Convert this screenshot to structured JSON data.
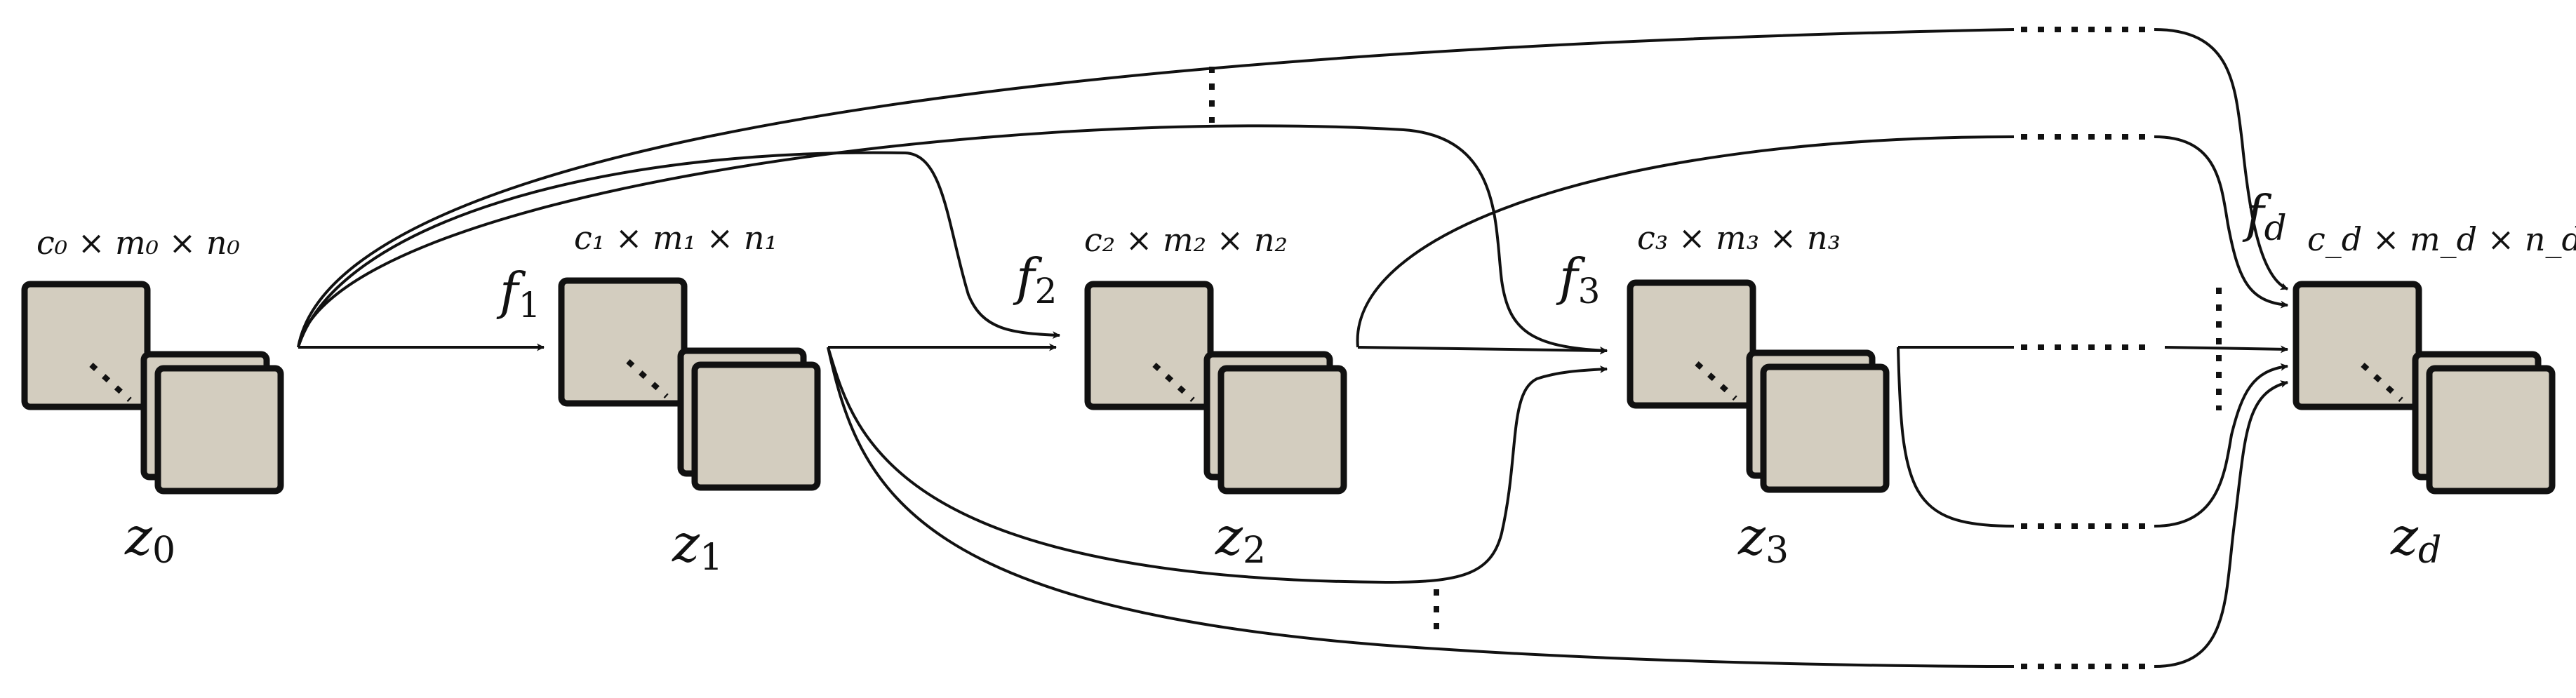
{
  "nodes": [
    {
      "id": "z0",
      "symbol": "z",
      "sub": "0",
      "shape": "c₀ × m₀ × n₀"
    },
    {
      "id": "z1",
      "symbol": "z",
      "sub": "1",
      "shape": "c₁ × m₁ × n₁"
    },
    {
      "id": "z2",
      "symbol": "z",
      "sub": "2",
      "shape": "c₂ × m₂ × n₂"
    },
    {
      "id": "z3",
      "symbol": "z",
      "sub": "3",
      "shape": "c₃ × m₃ × n₃"
    },
    {
      "id": "zd",
      "symbol": "z",
      "sub": "d",
      "shape": "c_d × m_d × n_d"
    }
  ],
  "functions": [
    {
      "id": "f1",
      "symbol": "f",
      "sub": "1"
    },
    {
      "id": "f2",
      "symbol": "f",
      "sub": "2"
    },
    {
      "id": "f3",
      "symbol": "f",
      "sub": "3"
    },
    {
      "id": "fd",
      "symbol": "f",
      "sub": "d"
    }
  ],
  "colors": {
    "tile_fill": "#d3cdbf",
    "ink": "#111111"
  }
}
